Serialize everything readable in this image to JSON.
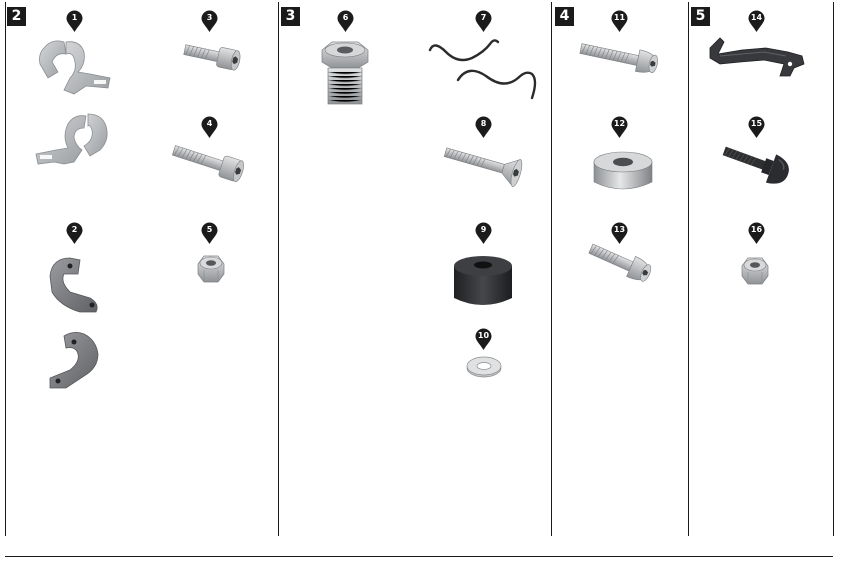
{
  "sections": [
    {
      "label": "2"
    },
    {
      "label": "3"
    },
    {
      "label": "4"
    },
    {
      "label": "5"
    }
  ],
  "callouts": [
    "1",
    "2",
    "3",
    "4",
    "5",
    "6",
    "7",
    "8",
    "9",
    "10",
    "11",
    "12",
    "13",
    "14",
    "15",
    "16"
  ],
  "colors": {
    "badge": "#1b1b1b",
    "aluminum": "#b9bcbf",
    "gray_bracket": "#7d7f82",
    "black_part": "#2a2b2d",
    "steel": "#c9cbcd"
  },
  "icons": {
    "callout": "map-pin-icon"
  }
}
